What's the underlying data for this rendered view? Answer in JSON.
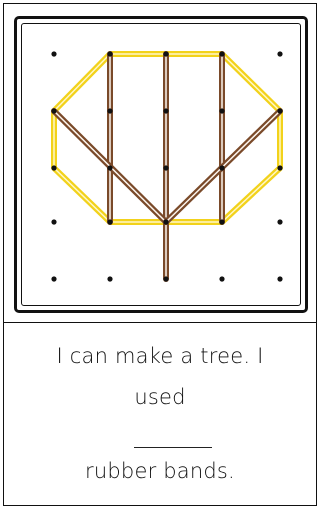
{
  "worksheet": {
    "caption_line_1": "I can make a tree. I",
    "caption_line_2": "used",
    "caption_line_3": "rubber bands.",
    "blank_label": "answer-blank"
  },
  "geoboard": {
    "pegs_per_row": 5,
    "rows": 5,
    "peg_color": "#111111",
    "octagon_band_color": "#f2d21b",
    "tree_band_color": "#7a4a2a",
    "trunk_band_color": "#7a4a2a"
  }
}
